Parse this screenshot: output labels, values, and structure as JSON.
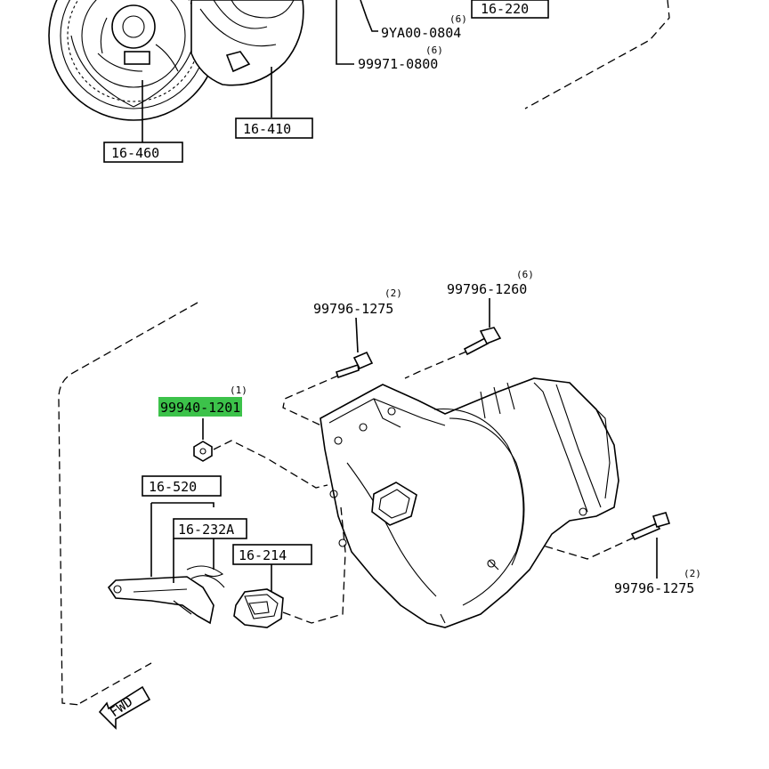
{
  "labels": {
    "p16_220": "16-220",
    "p9ya00": "9YA00-0804",
    "p9ya00_qty": "(6)",
    "p99971": "99971-0800",
    "p99971_qty": "(6)",
    "p16_410": "16-410",
    "p16_460": "16-460",
    "p99796_1275_top": "99796-1275",
    "p99796_1275_top_qty": "(2)",
    "p99796_1260": "99796-1260",
    "p99796_1260_qty": "(6)",
    "p99940": "99940-1201",
    "p99940_qty": "(1)",
    "p16_520": "16-520",
    "p16_232a": "16-232A",
    "p16_214": "16-214",
    "p99796_1275_bot": "99796-1275",
    "p99796_1275_bot_qty": "(2)",
    "fwd": "FWD"
  },
  "colors": {
    "highlight": "#3cc24a",
    "ink": "#000000"
  }
}
